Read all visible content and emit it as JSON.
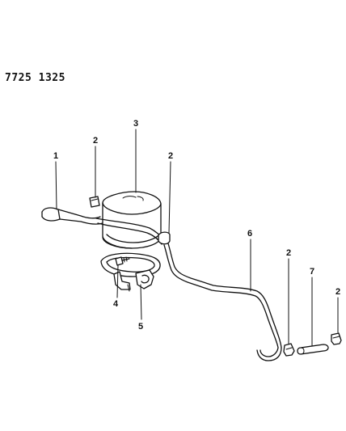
{
  "header": {
    "ref_code": "7725 1325"
  },
  "callouts": [
    {
      "id": "c1",
      "label": "1"
    },
    {
      "id": "c2a",
      "label": "2"
    },
    {
      "id": "c3",
      "label": "3"
    },
    {
      "id": "c2b",
      "label": "2"
    },
    {
      "id": "c4",
      "label": "4"
    },
    {
      "id": "c5",
      "label": "5"
    },
    {
      "id": "c6",
      "label": "6"
    },
    {
      "id": "c2c",
      "label": "2"
    },
    {
      "id": "c7",
      "label": "7"
    },
    {
      "id": "c2d",
      "label": "2"
    }
  ]
}
